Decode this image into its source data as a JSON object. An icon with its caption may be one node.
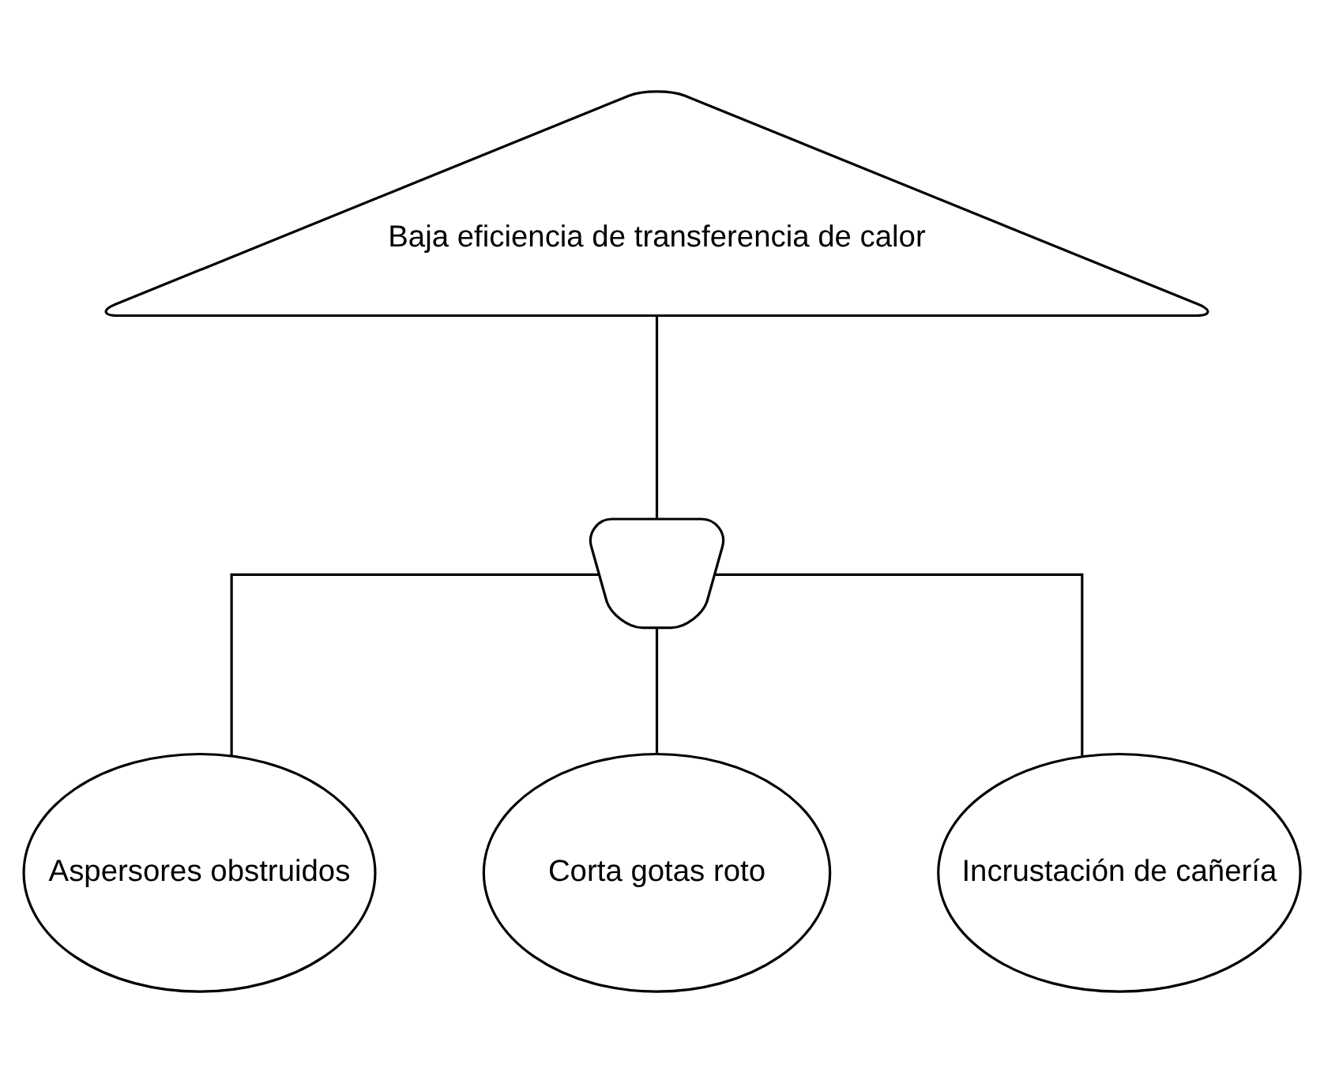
{
  "diagram": {
    "nodes": [
      {
        "text": [
          "Baja eficiencia de transferencia de calor"
        ]
      },
      {
        "text": [],
        "shape": "gate"
      },
      {
        "text": [
          "Aspersores obstruidos"
        ]
      },
      {
        "text": [
          "Corta gotas roto"
        ]
      },
      {
        "text": [
          "Incrustación de cañería"
        ]
      }
    ],
    "edges": [
      {
        "from": 0,
        "to": 1,
        "arrow": "none"
      },
      {
        "from": 1,
        "to": 2,
        "arrow": "none"
      },
      {
        "from": 1,
        "to": 3,
        "arrow": "none"
      },
      {
        "from": 1,
        "to": 4,
        "arrow": "none"
      }
    ]
  }
}
